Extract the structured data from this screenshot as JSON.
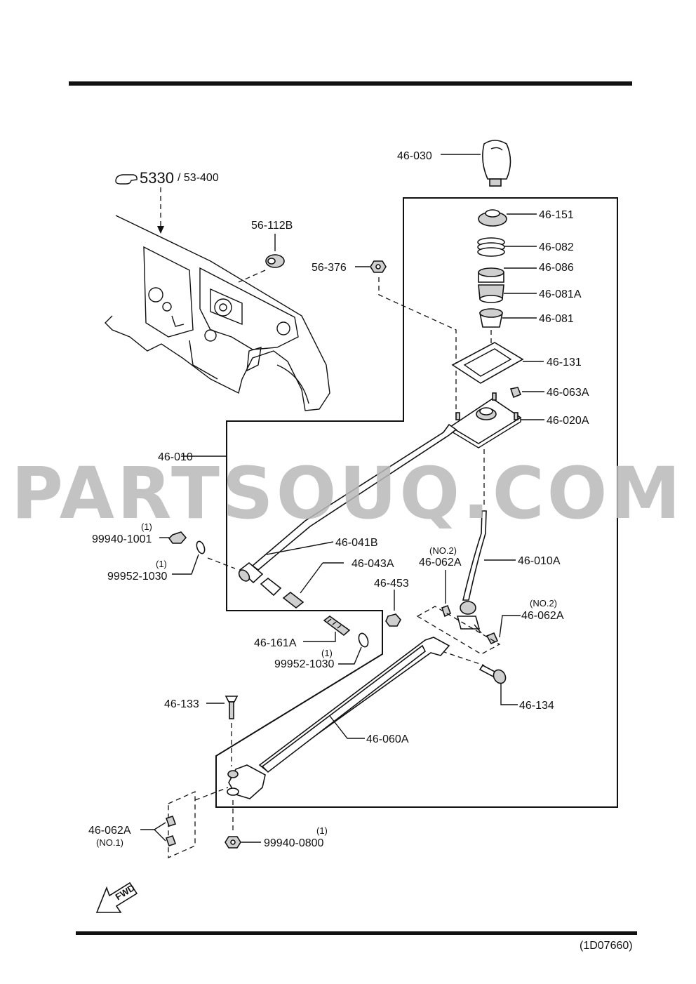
{
  "diagram": {
    "reference": {
      "main": "5330",
      "sub": "/ 53-400"
    },
    "fwd_label": "FWD",
    "diagram_code": "(1D07660)",
    "watermark": "PARTSOUQ.COM",
    "labels": {
      "p46_030": "46-030",
      "p46_151": "46-151",
      "p46_082": "46-082",
      "p46_086": "46-086",
      "p46_081A": "46-081A",
      "p46_081": "46-081",
      "p46_131": "46-131",
      "p46_063A": "46-063A",
      "p46_020A": "46-020A",
      "p56_112B": "56-112B",
      "p56_376": "56-376",
      "p46_010": "46-010",
      "p99940_1001": "99940-1001",
      "p99952_1030a": "99952-1030",
      "p46_041B": "46-041B",
      "p46_043A": "46-043A",
      "p46_062A_no2a": "46-062A",
      "p46_010A": "46-010A",
      "p46_453": "46-453",
      "p46_062A_no2b": "46-062A",
      "p46_161A": "46-161A",
      "p99952_1030b": "99952-1030",
      "p46_134": "46-134",
      "p46_133": "46-133",
      "p46_060A": "46-060A",
      "p46_062A_no1": "46-062A",
      "p99940_0800": "99940-0800"
    },
    "quantities": {
      "q99940_1001": "(1)",
      "q99952_1030a": "(1)",
      "q99952_1030b": "(1)",
      "q99940_0800": "(1)"
    },
    "notes": {
      "n46_062A_no2a": "(NO.2)",
      "n46_062A_no2b": "(NO.2)",
      "n46_062A_no1": "(NO.1)"
    }
  }
}
